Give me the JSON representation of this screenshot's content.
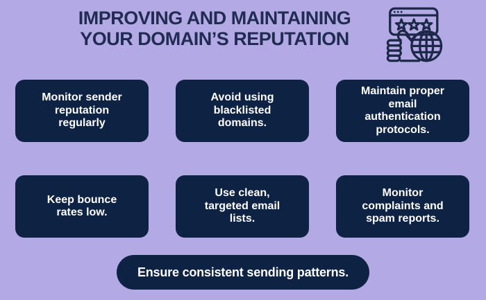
{
  "title": {
    "text": "IMPROVING AND MAINTAINING\nYOUR DOMAIN’S REPUTATION"
  },
  "hero_icon": {
    "name": "domain-reputation-icon",
    "description": "browser window with three stars, thumbs-up hand and globe"
  },
  "cards": [
    {
      "label": "Monitor sender\nreputation\nregularly"
    },
    {
      "label": "Avoid using\nblacklisted\ndomains."
    },
    {
      "label": "Maintain proper\nemail\nauthentication\nprotocols."
    },
    {
      "label": "Keep bounce\nrates low."
    },
    {
      "label": "Use clean,\ntargeted email\nlists."
    },
    {
      "label": "Monitor\ncomplaints and\nspam reports."
    }
  ],
  "footer": {
    "label": "Ensure consistent sending patterns."
  },
  "theme": {
    "background": "#b3a9e4",
    "card_bg": "#0e2244",
    "card_text": "#ffffff",
    "title_color": "#202c52",
    "icon_color": "#1c2847"
  }
}
